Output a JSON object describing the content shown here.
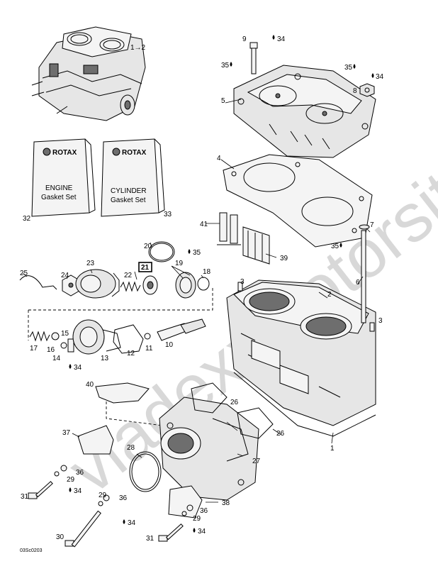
{
  "watermark": "vladexxmotorsite.ru",
  "kit_cards": [
    {
      "brand": "ROTAX",
      "line1": "ENGINE",
      "line2": "Gasket Set",
      "number": "32"
    },
    {
      "brand": "ROTAX",
      "line1": "CYLINDER",
      "line2": "Gasket Set",
      "number": "33"
    }
  ],
  "engine_ref": "1→2",
  "boxed_callout": "21",
  "drawing_code": "03Sc0203",
  "callouts": {
    "c1": "1",
    "c2": "2",
    "c3a": "3",
    "c3b": "3",
    "c4": "4",
    "c5": "5",
    "c6": "6",
    "c7": "7",
    "c8": "8",
    "c9": "9",
    "c10": "10",
    "c11": "11",
    "c12": "12",
    "c13": "13",
    "c14": "14",
    "c15": "15",
    "c16": "16",
    "c17": "17",
    "c18": "18",
    "c19": "19",
    "c20": "20",
    "c22": "22",
    "c23": "23",
    "c24": "24",
    "c25": "25",
    "c26a": "26",
    "c26b": "26",
    "c27": "27",
    "c28": "28",
    "c29a": "29",
    "c29b": "29",
    "c29c": "29",
    "c30": "30",
    "c31a": "31",
    "c31b": "31",
    "c34a": "34",
    "c34b": "34",
    "c34c": "34",
    "c34d": "34",
    "c34e": "34",
    "c34f": "34",
    "c35a": "35",
    "c35b": "35",
    "c35c": "35",
    "c35d": "35",
    "c36a": "36",
    "c36b": "36",
    "c36c": "36",
    "c37": "37",
    "c38": "38",
    "c39": "39",
    "c40": "40",
    "c41": "41"
  }
}
